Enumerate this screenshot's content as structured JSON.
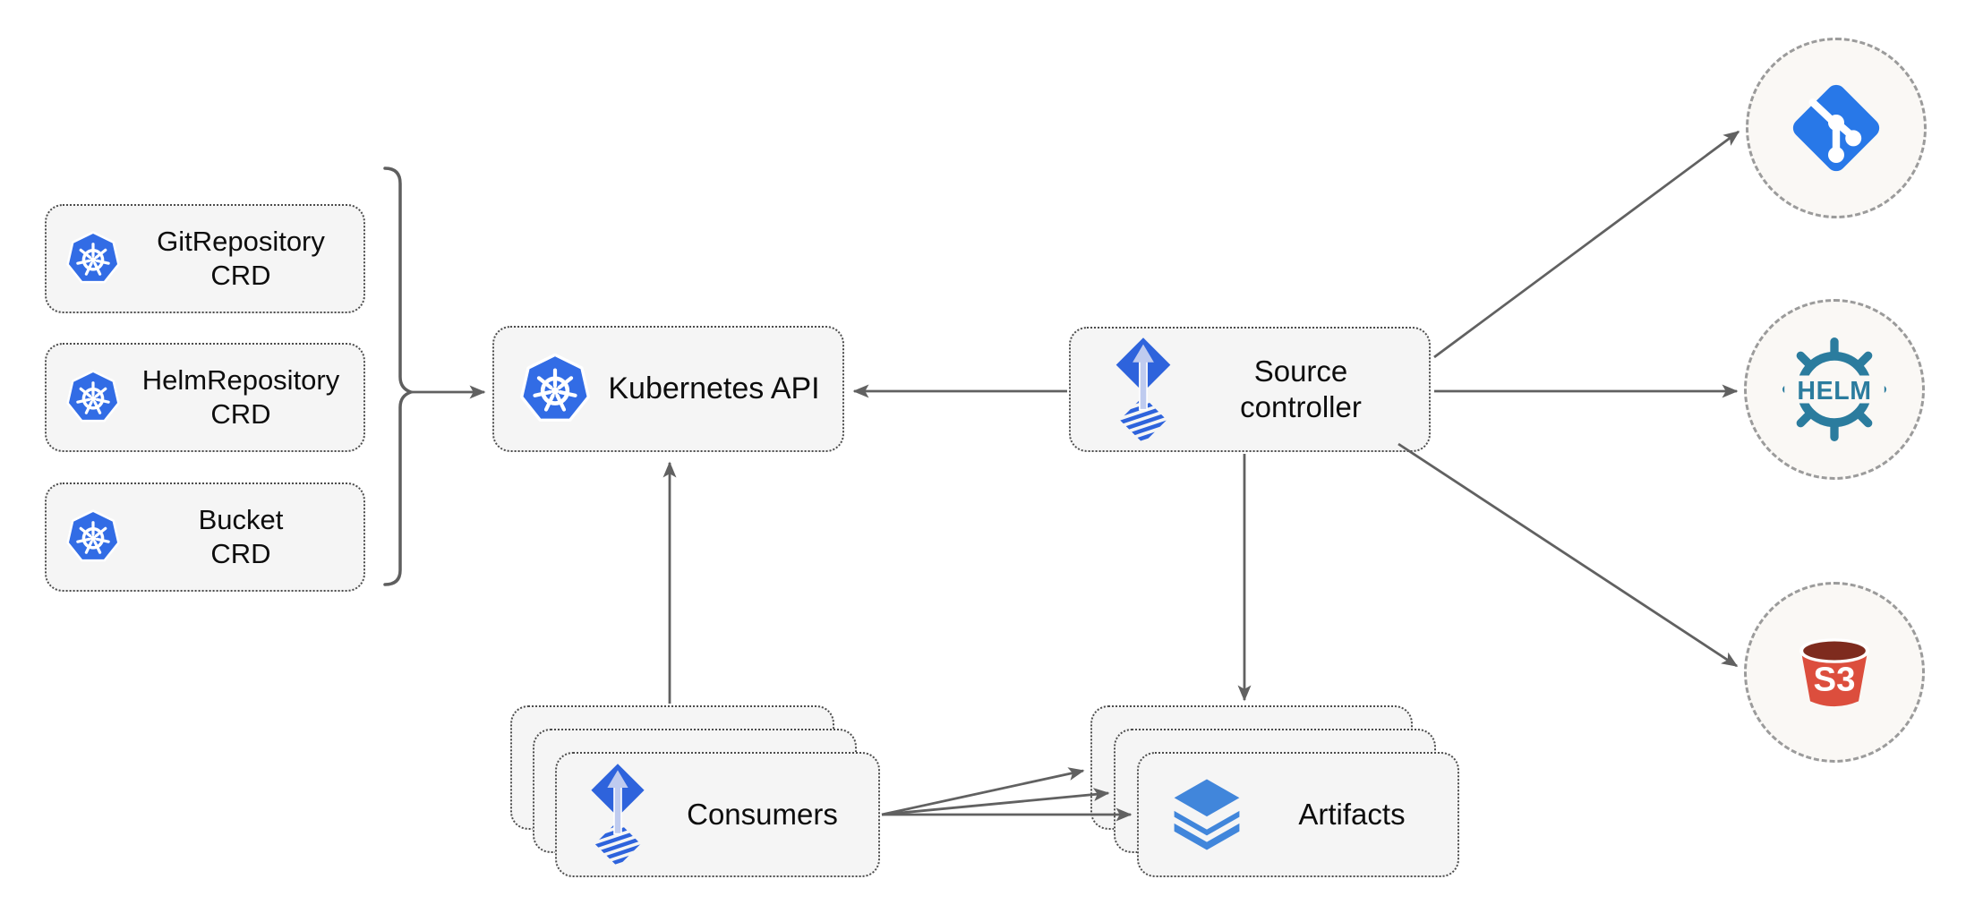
{
  "nodes": {
    "git_repository_crd": {
      "line1": "GitRepository",
      "line2": "CRD"
    },
    "helm_repository_crd": {
      "line1": "HelmRepository",
      "line2": "CRD"
    },
    "bucket_crd": {
      "line1": "Bucket",
      "line2": "CRD"
    },
    "kubernetes_api": {
      "label": "Kubernetes API"
    },
    "source_controller": {
      "line1": "Source",
      "line2": "controller"
    },
    "consumers": {
      "label": "Consumers"
    },
    "artifacts": {
      "label": "Artifacts"
    },
    "helm_source": {
      "label": "HELM"
    },
    "s3_source": {
      "label": "S3"
    }
  },
  "icons": {
    "crd_boxes": "kubernetes-icon",
    "kubernetes_api": "kubernetes-icon",
    "source_controller": "flux-icon",
    "consumers": "flux-icon",
    "artifacts": "layers-icon",
    "git_source": "git-icon",
    "helm_source": "helm-wheel-icon",
    "s3_source": "s3-bucket-icon"
  },
  "colors": {
    "kubernetes_blue": "#326CE5",
    "flux_blue": "#2E63DC",
    "flux_light": "#BFCBEF",
    "git_blue": "#2878E8",
    "helm_teal": "#2B7C9E",
    "s3_red": "#DC4E3D",
    "s3_dark": "#7E2B1E",
    "layers_blue": "#4186DB",
    "node_fill": "#F5F5F5",
    "node_border": "#4C4C4C",
    "circle_fill": "#FAF8F5",
    "circle_border": "#9B9B9B",
    "arrow_gray": "#616161"
  }
}
